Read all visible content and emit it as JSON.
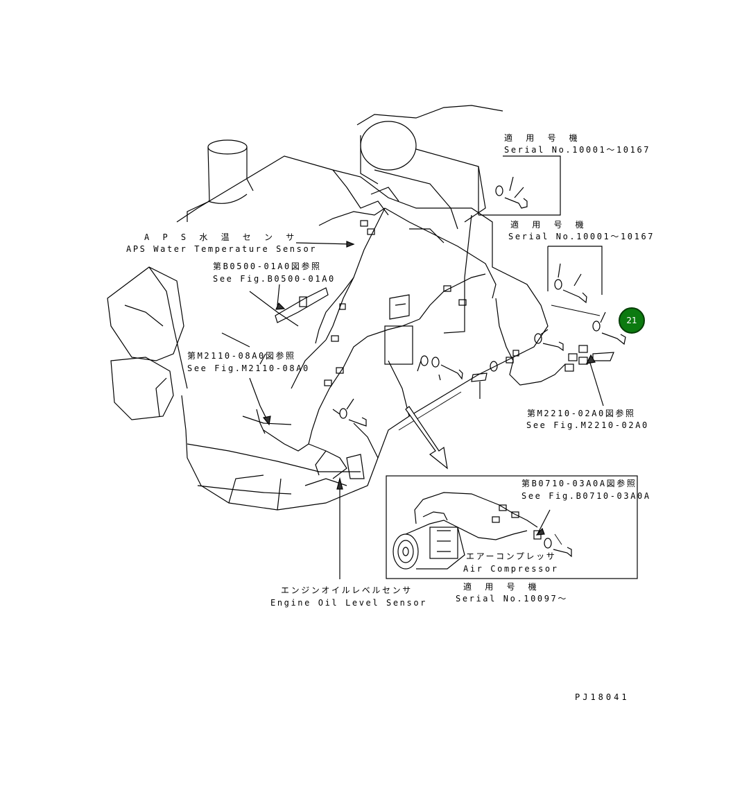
{
  "labels": {
    "serial_1_jp": "適 用 号 機",
    "serial_1_en": "Serial No.10001～10167",
    "serial_2_jp": "適 用 号 機",
    "serial_2_en": "Serial No.10001～10167",
    "aps_jp": "A P S 水 温 セ ン サ",
    "aps_en": "APS Water Temperature Sensor",
    "fig_b0500_jp": "第B0500-01A0図参照",
    "fig_b0500_en": "See Fig.B0500-01A0",
    "fig_m2110_jp": "第M2110-08A0図参照",
    "fig_m2110_en": "See Fig.M2110-08A0",
    "fig_m2210_jp": "第M2210-02A0図参照",
    "fig_m2210_en": "See Fig.M2210-02A0",
    "fig_b0710_jp": "第B0710-03A0A図参照",
    "fig_b0710_en": "See Fig.B0710-03A0A",
    "aircomp_jp": "エアーコンプレッサ",
    "aircomp_en": "Air Compressor",
    "serial_3_jp": "適 用 号 機",
    "serial_3_en": "Serial No.10097～",
    "oil_jp": "エンジンオイルレベルセンサ",
    "oil_en": "Engine Oil Level Sensor",
    "drawing_no": "PJ18041"
  },
  "callout": {
    "number": "21",
    "color": "#0c7a10"
  }
}
